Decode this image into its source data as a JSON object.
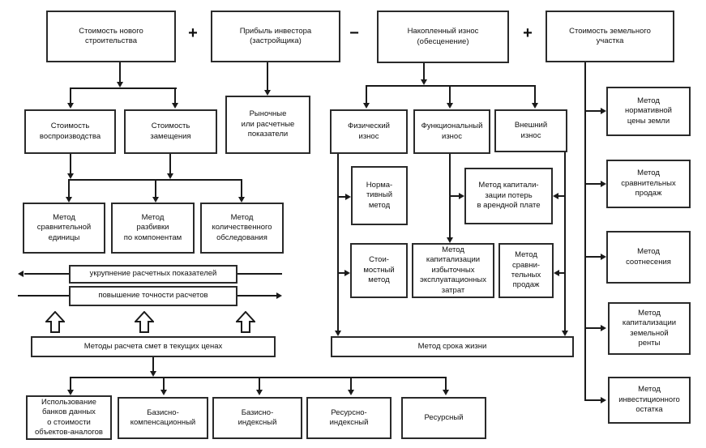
{
  "colors": {
    "ink": "#1a1a1a",
    "background": "#ffffff"
  },
  "formula": {
    "new_construction": "Стоимость нового\nстроительства",
    "plus_1": "+",
    "investor_profit": "Прибыль инвестора\n(застройщика)",
    "minus": "−",
    "accumulated_wear": "Накопленный износ\n(обесценение)",
    "plus_2": "+",
    "land_plot": "Стоимость земельного\nучастка"
  },
  "cost_branch": {
    "reproduction_cost": "Стоимость\nвоспроизводства",
    "replacement_cost": "Стоимость\nзамещения",
    "market_indicators": "Рыночные\nили расчетные\nпоказатели",
    "methods": {
      "comparative_unit": "Метод\nсравнительной\nединицы",
      "component_breakdown": "Метод\nразбивки\nпо компонентам",
      "quantitative_survey": "Метод\nколичественного\nобследования"
    },
    "scale_bars": {
      "aggregation": "укрупнение расчетных показателей",
      "precision": "повышение точности расчетов"
    },
    "estimate_methods_title": "Методы расчета смет в текущих ценах",
    "estimate_methods": {
      "analog_databank": "Использование\nбанков данных\nо стоимости\nобъектов-аналогов",
      "basis_compensation": "Базисно-\nкомпенсационный",
      "basis_index": "Базисно-\nиндексный",
      "resource_index": "Ресурсно-\nиндексный",
      "resource": "Ресурсный"
    }
  },
  "wear_branch": {
    "physical": "Физический\nизнос",
    "functional": "Функциональный\nизнос",
    "external": "Внешний\nизнос",
    "methods": {
      "normative": "Норма-\nтивный\nметод",
      "rent_loss_capitalization": "Метод капитали-\nзации потерь\nв арендной плате",
      "cost_method": "Стои-\nмостный\nметод",
      "excess_costs_capitalization": "Метод\nкапитализации\nизбыточных\nэксплуатационных\nзатрат",
      "comparative_sales": "Метод\nсравни-\nтельных\nпродаж",
      "lifetime": "Метод срока жизни"
    }
  },
  "land_branch": {
    "methods": {
      "normative_land_price": "Метод\nнормативной\nцены земли",
      "comparative_sales": "Метод\nсравнительных\nпродаж",
      "correlation": "Метод\nсоотнесения",
      "ground_rent_capitalization": "Метод\nкапитализации\nземельной\nренты",
      "investment_residual": "Метод\nинвестиционного\nостатка"
    }
  }
}
